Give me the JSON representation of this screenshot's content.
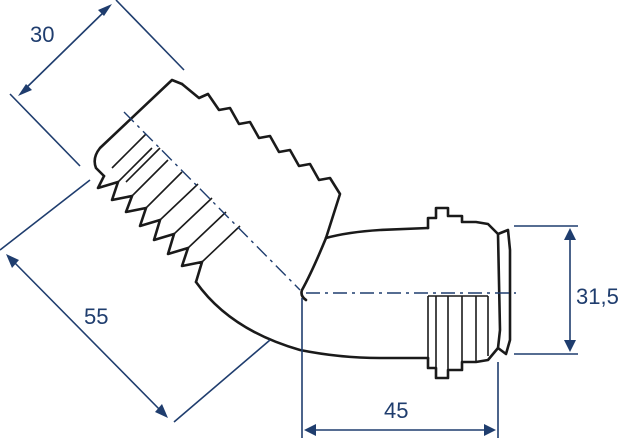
{
  "diagram": {
    "dimensions": [
      {
        "id": "dim-30",
        "label": "30"
      },
      {
        "id": "dim-55",
        "label": "55"
      },
      {
        "id": "dim-45",
        "label": "45"
      },
      {
        "id": "dim-31-5",
        "label": "31,5"
      }
    ],
    "colors": {
      "dimension": "#1f3d6e",
      "outline": "#1a1a1a",
      "background": "#ffffff"
    }
  }
}
